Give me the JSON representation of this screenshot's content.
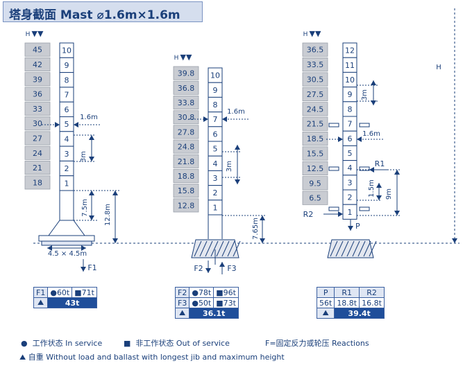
{
  "title": "塔身截面 Mast ⌀1.6m×1.6m",
  "towers": [
    {
      "heights": [
        "45",
        "42",
        "39",
        "36",
        "33",
        "30",
        "27",
        "24",
        "21",
        "18"
      ],
      "sections": [
        "10",
        "9",
        "8",
        "7",
        "6",
        "5",
        "4",
        "3",
        "2",
        "1"
      ],
      "section_width": "1.6m",
      "section_height": "3m",
      "base_dims": [
        "7.5m",
        "12.8m"
      ],
      "base_size": "4.5 × 4.5m",
      "force_label": "F1"
    },
    {
      "heights": [
        "39.8",
        "36.8",
        "33.8",
        "30.8",
        "27.8",
        "24.8",
        "21.8",
        "18.8",
        "15.8",
        "12.8"
      ],
      "sections": [
        "10",
        "9",
        "8",
        "7",
        "6",
        "5",
        "4",
        "3",
        "2",
        "1"
      ],
      "section_width": "1.6m",
      "section_height": "3m",
      "base_dim": "7.65m",
      "force_labels": [
        "F2",
        "F3"
      ]
    },
    {
      "heights": [
        "36.5",
        "33.5",
        "30.5",
        "27.5",
        "24.5",
        "21.5",
        "18.5",
        "15.5",
        "12.5",
        "9.5",
        "6.5"
      ],
      "sections": [
        "12",
        "11",
        "10",
        "9",
        "8",
        "7",
        "6",
        "5",
        "4",
        "3",
        "2",
        "1"
      ],
      "section_width": "1.6m",
      "section_height": "3m",
      "dims": [
        "1.5m",
        "9m"
      ],
      "labels": [
        "R1",
        "R2",
        "P"
      ]
    }
  ],
  "h_label": "H",
  "tables": {
    "t1": {
      "name": "F1",
      "in": "60t",
      "out": "71t",
      "total": "43t"
    },
    "t2": {
      "r1": {
        "name": "F2",
        "in": "78t",
        "out": "96t"
      },
      "r2": {
        "name": "F3",
        "in": "50t",
        "out": "73t"
      },
      "total": "36.1t"
    },
    "t3": {
      "headers": [
        "P",
        "R1",
        "R2"
      ],
      "values": [
        "56t",
        "18.8t",
        "16.8t"
      ],
      "total": "39.4t"
    }
  },
  "legend": {
    "in_service": "工作状态 In service",
    "out_service": "非工作状态 Out of service",
    "reactions": "F=固定反力或轮压  Reactions",
    "self_weight": "自重 Without load and ballast with longest jib and maximum height"
  },
  "colors": {
    "blue": "#1a3f7a",
    "accent": "#1f4e9a",
    "gray_cell": "#c9ccd2",
    "title_bg": "#d5deee"
  }
}
